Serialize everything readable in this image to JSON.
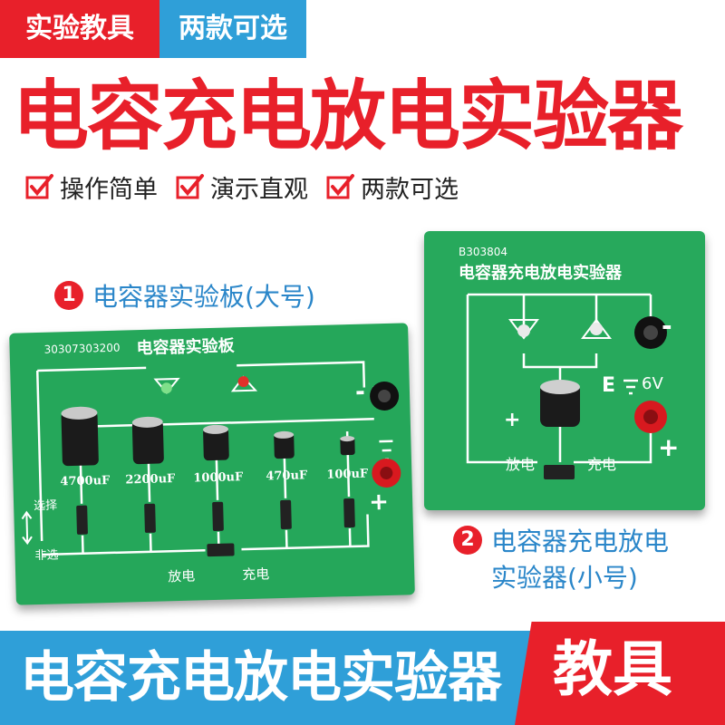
{
  "tags": {
    "left": "实验教具",
    "right": "两款可选"
  },
  "title": "电容充电放电实验器",
  "features": [
    "操作简单",
    "演示直观",
    "两款可选"
  ],
  "captions": {
    "large": {
      "number": "1",
      "text": "电容器实验板(大号)"
    },
    "small": {
      "number": "2",
      "line1": "电容器充电放电",
      "line2": "实验器(小号)"
    }
  },
  "board_large": {
    "serial": "30307303200",
    "title": "电容器实验板",
    "capacitors": [
      "4700uF",
      "2200uF",
      "1000uF",
      "470uF",
      "100uF"
    ],
    "select_label": "选择",
    "unselect_label": "非选",
    "discharge_label": "放电",
    "charge_label": "充电",
    "plus": "+",
    "minus": "-"
  },
  "board_small": {
    "serial": "B303804",
    "title": "电容器充电放电实验器",
    "voltage_letter": "E",
    "voltage": "6V",
    "discharge_label": "放电",
    "charge_label": "充电",
    "plus": "+",
    "minus": "-"
  },
  "bottom": {
    "title": "电容充电放电实验器",
    "badge": "教具"
  },
  "colors": {
    "red": "#e8202a",
    "blue": "#2f9fd8",
    "board_green": "#25a75a",
    "caption_blue": "#2a86c9"
  }
}
